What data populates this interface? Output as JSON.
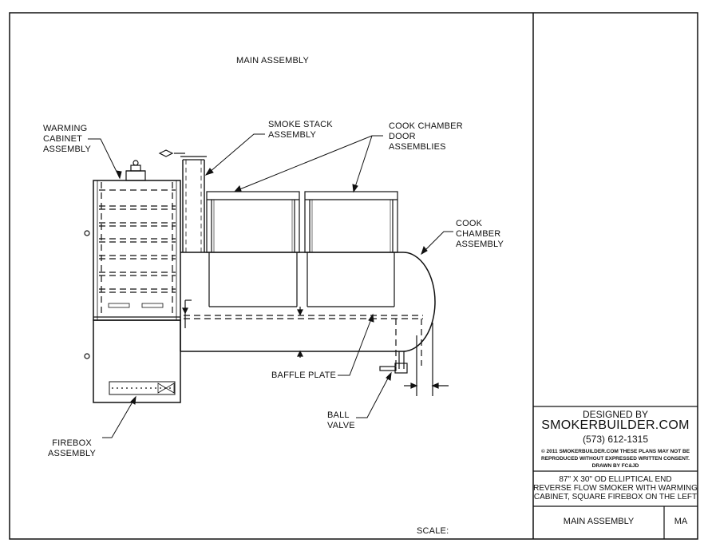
{
  "drawing": {
    "title": "MAIN ASSEMBLY",
    "scale_label": "SCALE:",
    "callouts": {
      "warming_cabinet": [
        "WARMING",
        "CABINET",
        "ASSEMBLY"
      ],
      "smoke_stack": [
        "SMOKE STACK",
        "ASSEMBLY"
      ],
      "cook_chamber_doors": [
        "COOK CHAMBER",
        "DOOR",
        "ASSEMBLIES"
      ],
      "cook_chamber": [
        "COOK",
        "CHAMBER",
        "ASSEMBLY"
      ],
      "baffle_plate": "BAFFLE PLATE",
      "ball_valve": [
        "BALL",
        "VALVE"
      ],
      "firebox": [
        "FIREBOX",
        "ASSEMBLY"
      ]
    }
  },
  "title_block": {
    "designed_by": "DESIGNED BY",
    "company": "SMOKERBUILDER.COM",
    "phone": "(573) 612-1315",
    "copyright_lines": [
      "© 2011 SMOKERBUILDER.COM THESE PLANS MAY NOT BE",
      "REPRODUCED WITHOUT EXPRESSED WRITTEN CONSENT.",
      "DRAWN BY FC&JD"
    ],
    "description_lines": [
      "87\" X 30\" OD ELLIPTICAL END",
      "REVERSE FLOW SMOKER WITH WARMING",
      "CABINET, SQUARE FIREBOX ON THE LEFT"
    ],
    "sheet_name": "MAIN ASSEMBLY",
    "sheet_code": "MA"
  }
}
